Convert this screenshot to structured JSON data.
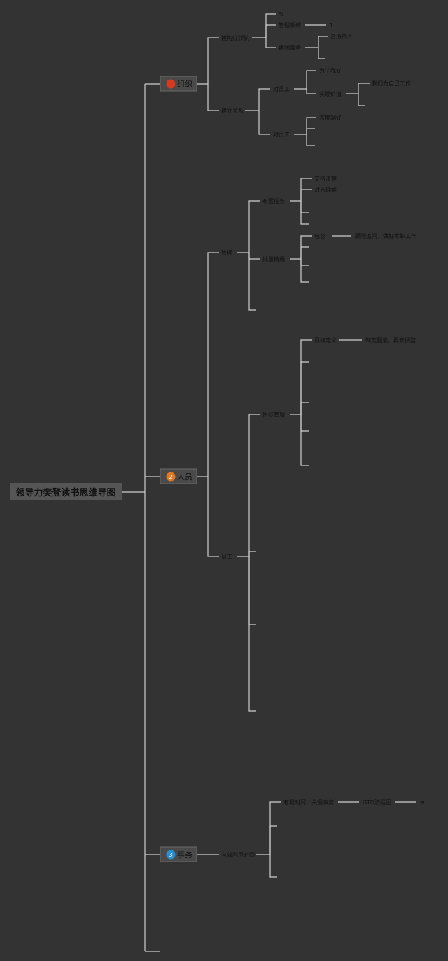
{
  "root": {
    "label": "领导力樊登读书思维导图"
  },
  "colors": {
    "background": "#333333",
    "line": "#cfcfcf",
    "badge_red": "#d63a1f",
    "badge_orange": "#e07a22",
    "badge_blue": "#2a8fd0"
  },
  "branches": [
    {
      "label": "组织",
      "badge": "",
      "badge_color": "#d63a1f",
      "nodes": [
        {
          "label": "建构红领航"
        },
        {
          "label": "%"
        },
        {
          "label": "管理系统"
        },
        {
          "label": "1"
        },
        {
          "label": "建团事务"
        },
        {
          "label": "合适的人"
        },
        {
          "label": "建立关系"
        },
        {
          "label": "对员工"
        },
        {
          "label": "为了我好"
        },
        {
          "label": "实现价值"
        },
        {
          "label": "我们为自己工作"
        },
        {
          "label": "对员工"
        },
        {
          "label": "态度端好"
        }
      ]
    },
    {
      "label": "人员",
      "badge": "2",
      "badge_color": "#e07a22",
      "nodes": [
        {
          "label": "管理"
        },
        {
          "label": "布置任务"
        },
        {
          "label": "交待清楚"
        },
        {
          "label": "对方理解"
        },
        {
          "label": "批量精通"
        },
        {
          "label": "包容"
        },
        {
          "label": "跟随追问，做好本职工作"
        },
        {
          "label": "目标管理"
        },
        {
          "label": "目标定义"
        },
        {
          "label": "制定翻滚，再去调整"
        },
        {
          "label": "员工"
        }
      ]
    },
    {
      "label": "事务",
      "badge": "3",
      "badge_color": "#2a8fd0",
      "nodes": [
        {
          "label": "有效利用时间"
        },
        {
          "label": "有限时间，关键事务"
        },
        {
          "label": "GTD流程图"
        },
        {
          "label": "w"
        }
      ]
    }
  ]
}
